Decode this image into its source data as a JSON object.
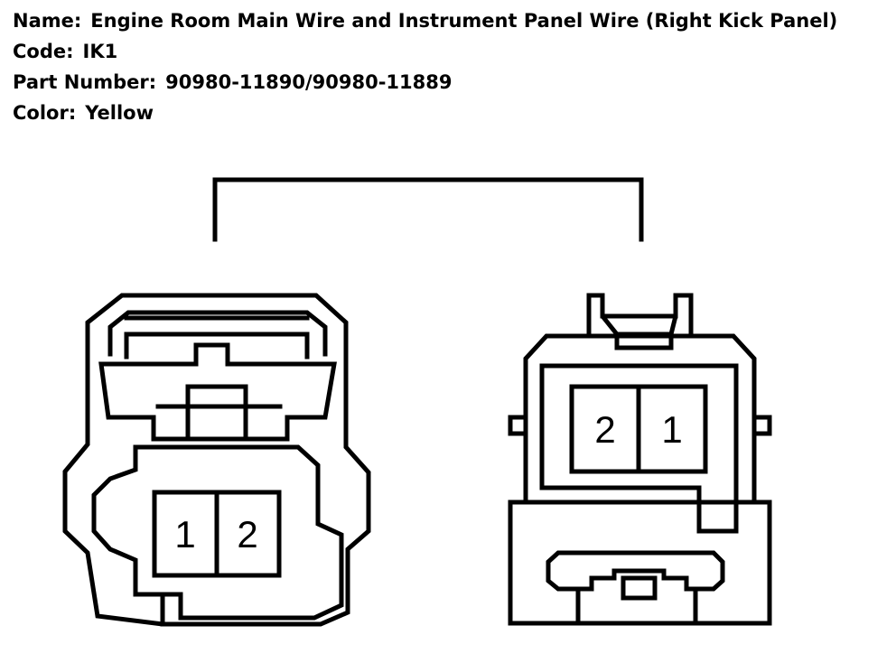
{
  "name": {
    "label": "Name:",
    "value": "Engine Room Main Wire and Instrument Panel Wire (Right Kick Panel)"
  },
  "code": {
    "label": "Code:",
    "value": "IK1"
  },
  "part_number": {
    "label": "Part Number:",
    "value": "90980-11890/90980-11889"
  },
  "color": {
    "label": "Color:",
    "value": "Yellow"
  },
  "left_connector": {
    "pins": [
      "1",
      "2"
    ]
  },
  "right_connector": {
    "pins": [
      "2",
      "1"
    ]
  },
  "line_color": "#000000"
}
